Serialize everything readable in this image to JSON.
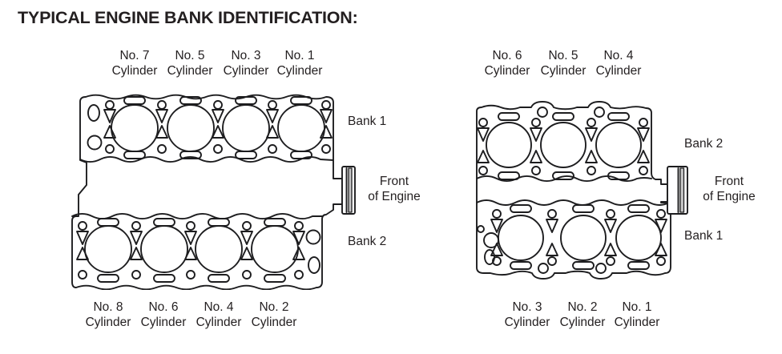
{
  "title": "TYPICAL ENGINE BANK IDENTIFICATION:",
  "left_engine": {
    "top_cylinders": [
      {
        "no": "No. 7",
        "word": "Cylinder"
      },
      {
        "no": "No. 5",
        "word": "Cylinder"
      },
      {
        "no": "No. 3",
        "word": "Cylinder"
      },
      {
        "no": "No. 1",
        "word": "Cylinder"
      }
    ],
    "bottom_cylinders": [
      {
        "no": "No. 8",
        "word": "Cylinder"
      },
      {
        "no": "No. 6",
        "word": "Cylinder"
      },
      {
        "no": "No. 4",
        "word": "Cylinder"
      },
      {
        "no": "No. 2",
        "word": "Cylinder"
      }
    ],
    "bank_top": "Bank 1",
    "bank_bottom": "Bank 2",
    "front": {
      "line1": "Front",
      "line2": "of Engine"
    }
  },
  "right_engine": {
    "top_cylinders": [
      {
        "no": "No. 6",
        "word": "Cylinder"
      },
      {
        "no": "No. 5",
        "word": "Cylinder"
      },
      {
        "no": "No. 4",
        "word": "Cylinder"
      }
    ],
    "bottom_cylinders": [
      {
        "no": "No. 3",
        "word": "Cylinder"
      },
      {
        "no": "No. 2",
        "word": "Cylinder"
      },
      {
        "no": "No. 1",
        "word": "Cylinder"
      }
    ],
    "bank_top": "Bank 2",
    "bank_bottom": "Bank 1",
    "front": {
      "line1": "Front",
      "line2": "of Engine"
    }
  },
  "colors": {
    "line": "#1d1d1f",
    "pulley_stripe": "#c9c9c9",
    "background": "#ffffff"
  }
}
